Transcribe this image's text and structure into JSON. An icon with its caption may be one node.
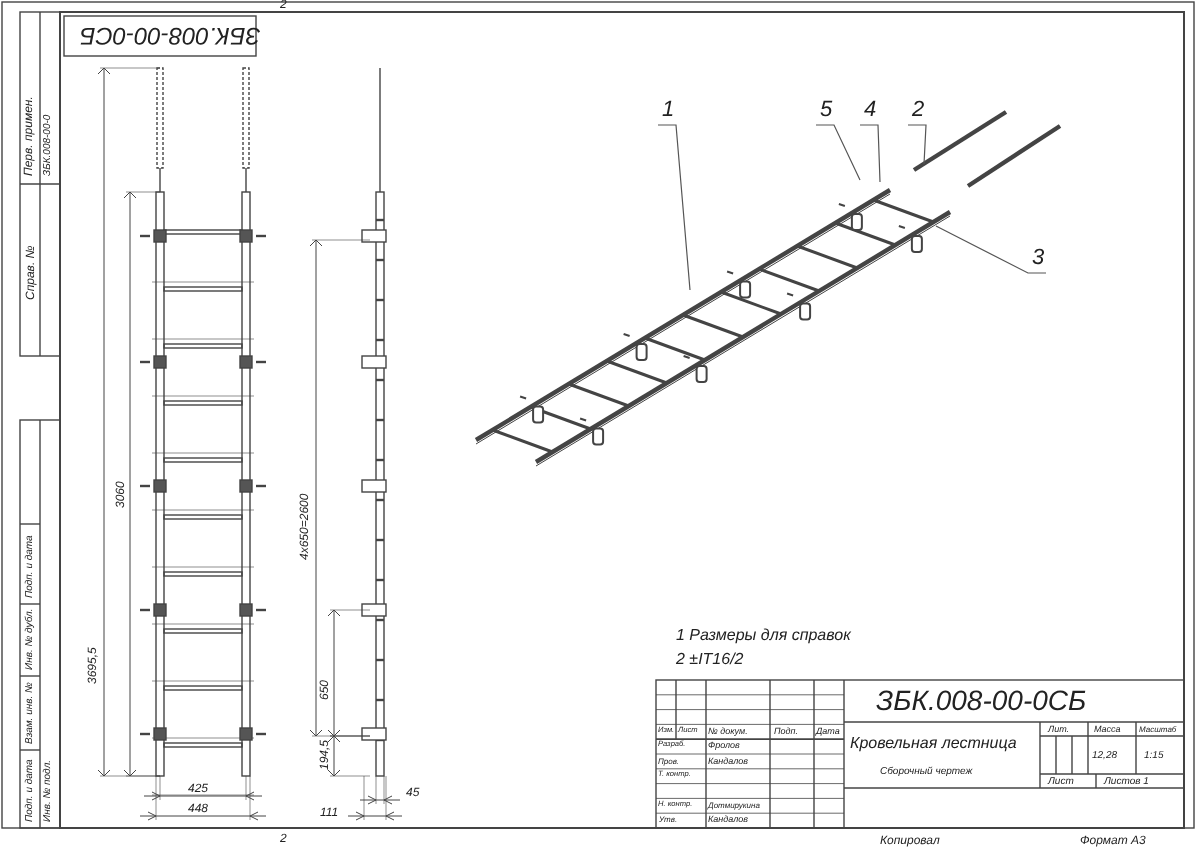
{
  "diagram": {
    "nodes": [
      {
        "text": [
          "1"
        ]
      },
      {
        "text": [
          "5"
        ]
      },
      {
        "text": [
          "4"
        ]
      },
      {
        "text": [
          "2"
        ]
      },
      {
        "text": [
          "3"
        ]
      }
    ],
    "edges": [
      {
        "from": 0,
        "to": null,
        "arrow": "none"
      },
      {
        "from": 1,
        "to": null,
        "arrow": "none"
      },
      {
        "from": 2,
        "to": null,
        "arrow": "none"
      },
      {
        "from": 3,
        "to": null,
        "arrow": "none"
      },
      {
        "from": 4,
        "to": null,
        "arrow": "none"
      }
    ],
    "labels": [
      "2",
      "ЗБК.008-00-0СБ",
      "Перв. примен.",
      "ЗБК.008-00-0",
      "Справ. №",
      "Подп. и дата",
      "Инв. № дубл.",
      "Взам. инв. №",
      "Подп. и дата",
      "Инв. № подл.",
      "3695,5",
      "3060",
      "425",
      "448",
      "4х650=2600",
      "650",
      "194,5",
      "111",
      "45",
      "1 Размеры для справок",
      "2 ±IT16/2",
      "ЗБК.008-00-0СБ",
      "Изм.",
      "Лист",
      "№ докум.",
      "Подп.",
      "Дата",
      "Разраб.",
      "Фролов",
      "Пров.",
      "Кандалов",
      "Т. контр.",
      "Н. контр.",
      "Дотмирукина",
      "Утв.",
      "Кандалов",
      "Кровельная лестница",
      "Сборочный чертеж",
      "Лит.",
      "Масса",
      "Масштаб",
      "12,28",
      "1:15",
      "Лист",
      "Листов 1",
      "2",
      "Копировал",
      "Формат А3"
    ]
  }
}
